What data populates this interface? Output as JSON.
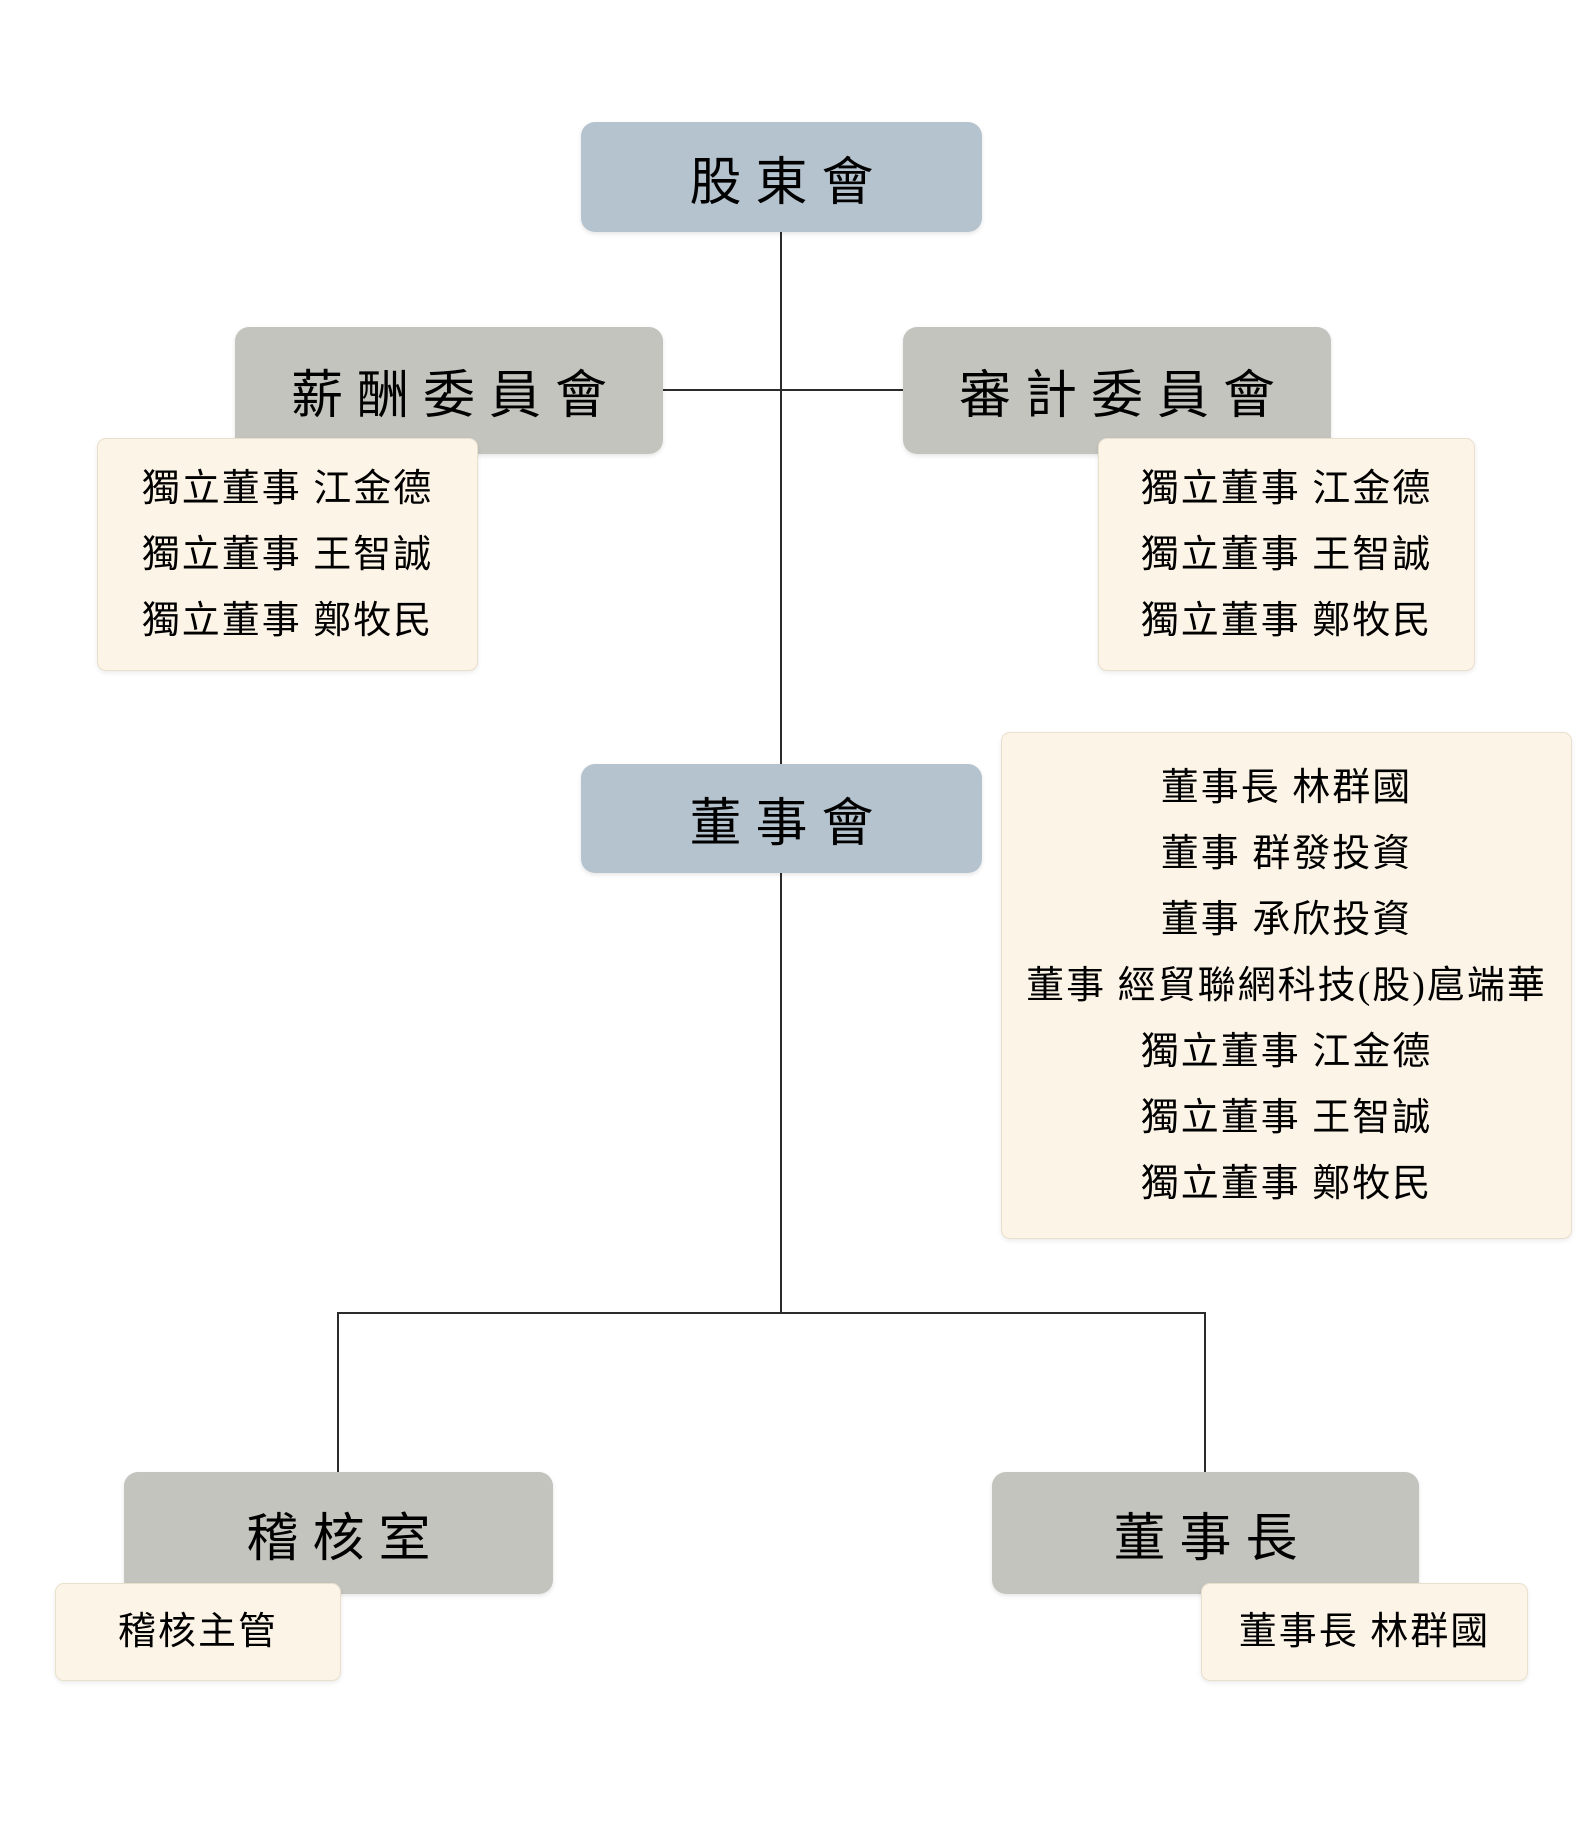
{
  "org": {
    "shareholders": "股東會",
    "compensation_committee": "薪酬委員會",
    "audit_committee": "審計委員會",
    "board": "董事會",
    "audit_office": "稽核室",
    "chairman": "董事長",
    "compensation_members": [
      "獨立董事 江金德",
      "獨立董事 王智誠",
      "獨立董事 鄭牧民"
    ],
    "audit_committee_members": [
      "獨立董事 江金德",
      "獨立董事 王智誠",
      "獨立董事 鄭牧民"
    ],
    "board_members": [
      "董事長 林群國",
      "董事 群發投資",
      "董事 承欣投資",
      "董事 經貿聯網科技(股)扈端華",
      "獨立董事 江金德",
      "獨立董事 王智誠",
      "獨立董事 鄭牧民"
    ],
    "audit_office_members": [
      "稽核主管"
    ],
    "chairman_members": [
      "董事長 林群國"
    ]
  },
  "colors": {
    "primary_box": "#b5c3ce",
    "secondary_box": "#c3c4be",
    "list_box_bg": "#fdf4e8",
    "list_box_border": "#eadfcd",
    "connector": "#2b2b2b",
    "text": "#000000",
    "background": "#ffffff"
  }
}
